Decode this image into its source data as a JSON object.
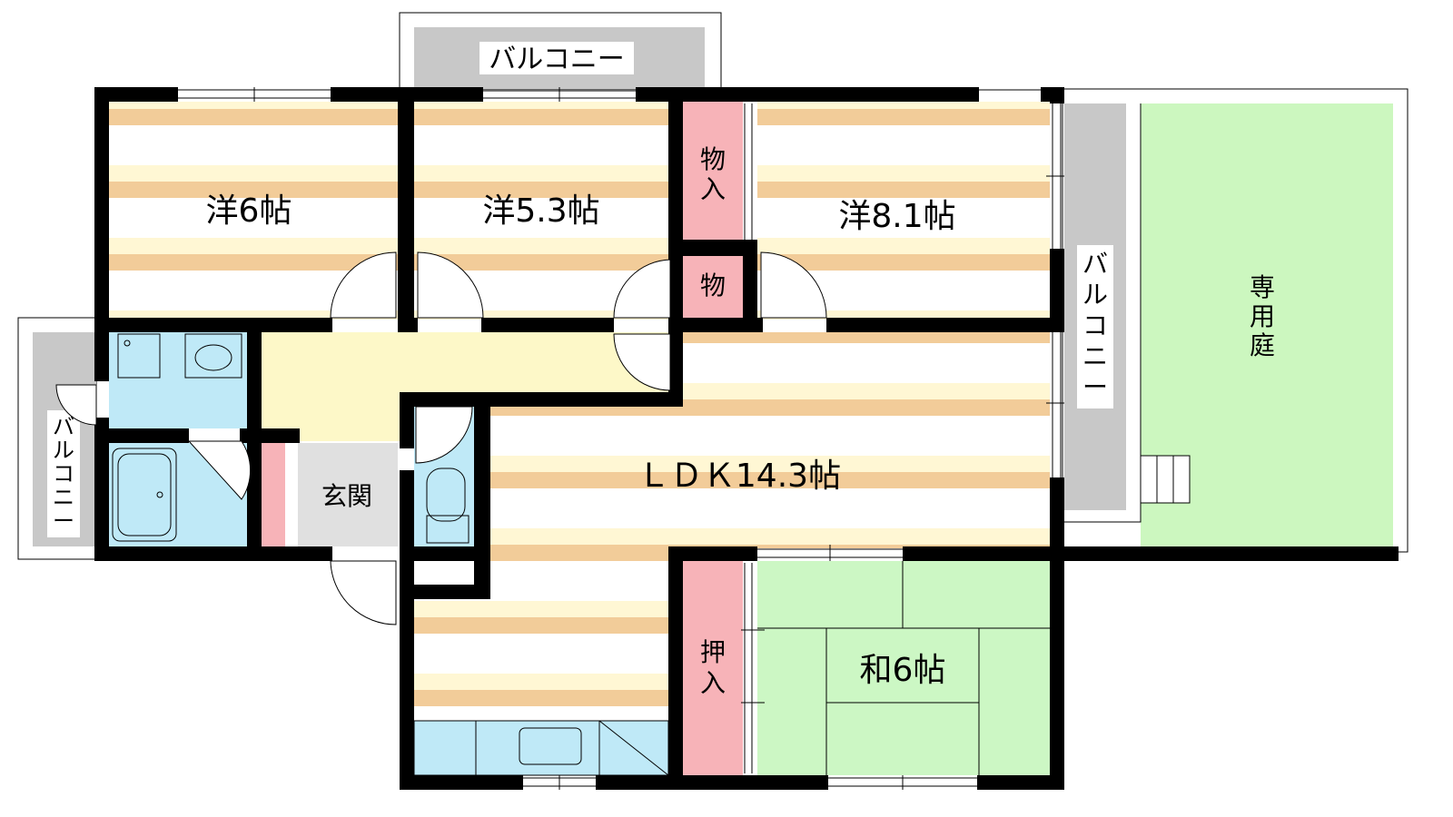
{
  "colors": {
    "wall": "#000000",
    "floor_stripe": "#f2cc99",
    "floor_light": "#fff7d4",
    "floor_white": "#ffffff",
    "water": "#bfe9f7",
    "storage": "#f7b3b8",
    "tatami": "#ccf7c4",
    "garden": "#ccf7bf",
    "balcony": "#c8c8c8",
    "hallway": "#fdf8c8"
  },
  "rooms": {
    "western1": "洋6帖",
    "western2": "洋5.3帖",
    "western3": "洋8.1帖",
    "ldk": "ＬＤＫ14.3帖",
    "japanese": "和6帖",
    "entrance": "玄関"
  },
  "storage": {
    "closet1": [
      "物",
      "入"
    ],
    "closet2": "物",
    "oshiire": [
      "押",
      "入"
    ]
  },
  "balconies": {
    "top": "バルコニー",
    "left": [
      "バ",
      "ル",
      "コ",
      "ニ",
      "ー"
    ],
    "right": [
      "バ",
      "ル",
      "コ",
      "ニ",
      "ー"
    ]
  },
  "garden": [
    "専",
    "用",
    "庭"
  ]
}
